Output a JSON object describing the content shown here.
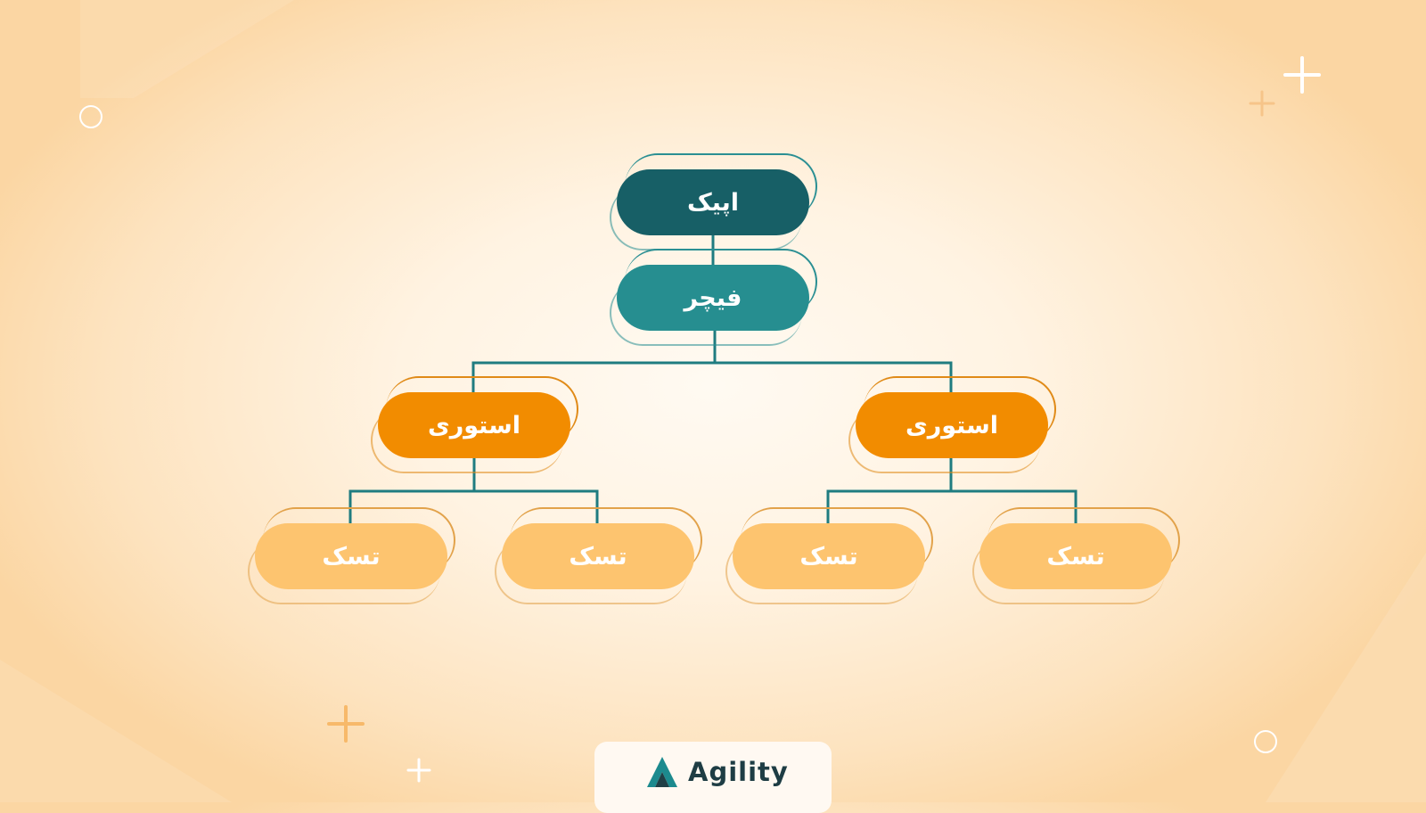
{
  "diagram": {
    "epic": {
      "label": "اپیک"
    },
    "feature": {
      "label": "فیچر"
    },
    "stories": [
      {
        "label": "استوری"
      },
      {
        "label": "استوری"
      }
    ],
    "tasks": [
      {
        "label": "تسک"
      },
      {
        "label": "تسک"
      },
      {
        "label": "تسک"
      },
      {
        "label": "تسک"
      }
    ]
  },
  "brand": {
    "name": "Agility",
    "icon": "agility-logo-icon"
  },
  "colors": {
    "epic": "#175f66",
    "feature": "#268e90",
    "story": "#f28c00",
    "task": "#fdc46f",
    "connector": "#1f7c80"
  }
}
